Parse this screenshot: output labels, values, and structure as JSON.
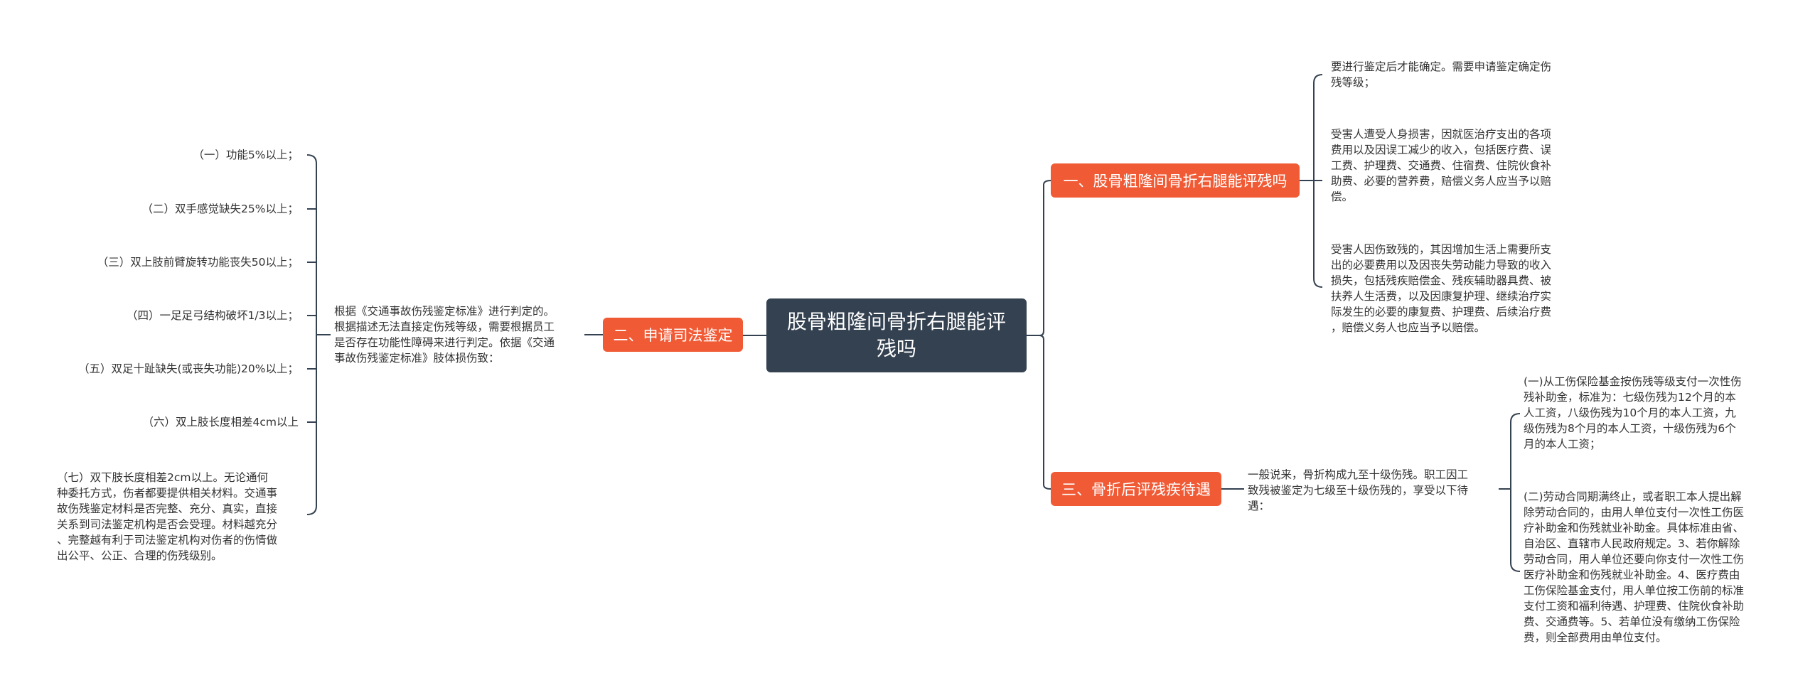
{
  "root": {
    "title": "股骨粗隆间骨折右腿能评残吗"
  },
  "branches": [
    {
      "label": "一、股骨粗隆间骨折右腿能评残吗",
      "items": [
        "要进行鉴定后才能确定。需要申请鉴定确定伤\n残等级；",
        "受害人遭受人身损害，因就医治疗支出的各项\n费用以及因误工减少的收入，包括医疗费、误\n工费、护理费、交通费、住宿费、住院伙食补\n助费、必要的营养费，赔偿义务人应当予以赔\n偿。",
        "受害人因伤致残的，其因增加生活上需要所支\n出的必要费用以及因丧失劳动能力导致的收入\n损失，包括残疾赔偿金、残疾辅助器具费、被\n扶养人生活费，以及因康复护理、继续治疗实\n际发生的必要的康复费、护理费、后续治疗费\n，赔偿义务人也应当予以赔偿。"
      ]
    },
    {
      "label": "二、申请司法鉴定",
      "description": "根据《交通事故伤残鉴定标准》进行判定的。\n根据描述无法直接定伤残等级，需要根据员工\n是否存在功能性障碍来进行判定。依据《交通\n事故伤残鉴定标准》肢体损伤致：",
      "items": [
        "（一）功能5%以上；",
        "（二）双手感觉缺失25%以上；",
        "（三）双上肢前臂旋转功能丧失50以上；",
        "（四）一足足弓结构破坏1/3以上；",
        "（五）双足十趾缺失(或丧失功能)20%以上；",
        "（六）双上肢长度相差4cm以上",
        "（七）双下肢长度相差2cm以上。无论通何\n种委托方式，伤者都要提供相关材料。交通事\n故伤残鉴定材料是否完整、充分、真实，直接\n关系到司法鉴定机构是否会受理。材料越充分\n、完整越有利于司法鉴定机构对伤者的伤情做\n出公平、公正、合理的伤残级别。"
      ]
    },
    {
      "label": "三、骨折后评残疾待遇",
      "description": "一般说来，骨折构成九至十级伤残。职工因工\n致残被鉴定为七级至十级伤残的，享受以下待\n遇：",
      "items": [
        "(一)从工伤保险基金按伤残等级支付一次性伤\n残补助金，标准为：七级伤残为12个月的本\n人工资，八级伤残为10个月的本人工资，九\n级伤残为8个月的本人工资，十级伤残为6个\n月的本人工资；",
        "(二)劳动合同期满终止，或者职工本人提出解\n除劳动合同的，由用人单位支付一次性工伤医\n疗补助金和伤残就业补助金。具体标准由省、\n自治区、直辖市人民政府规定。3、若你解除\n劳动合同，用人单位还要向你支付一次性工伤\n医疗补助金和伤残就业补助金。4、医疗费由\n工伤保险基金支付，用人单位按工伤前的标准\n支付工资和福利待遇、护理费、住院伙食补助\n费、交通费等。5、若单位没有缴纳工伤保险\n费，则全部费用由单位支付。"
      ]
    }
  ],
  "colors": {
    "root_bg": "#344150",
    "branch_bg": "#f05a35",
    "line": "#344150"
  }
}
